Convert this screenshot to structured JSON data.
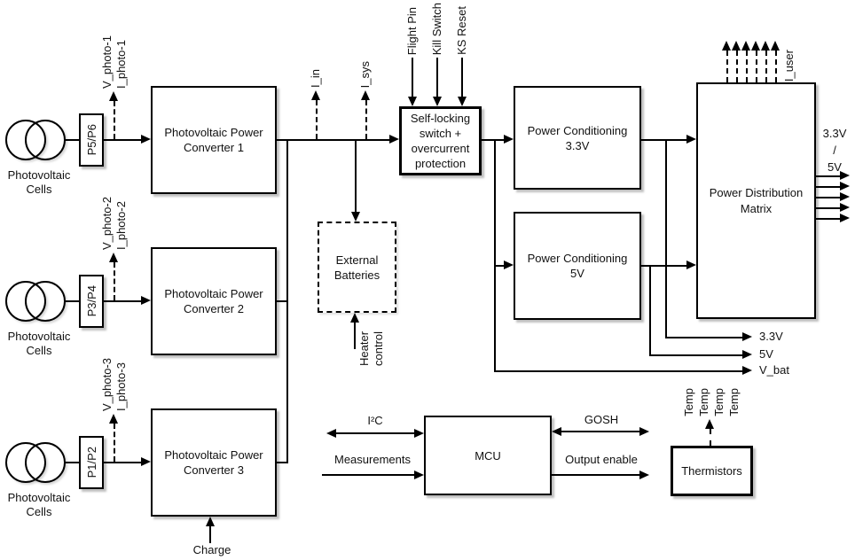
{
  "colors": {
    "line": "#000000",
    "text": "#111111",
    "background": "#ffffff"
  },
  "pv_rows": [
    {
      "cells_line1": "Photovoltaic",
      "cells_line2": "Cells",
      "port": "P5/P6",
      "conv_line1": "Photovoltaic Power",
      "conv_line2": "Converter 1",
      "v_label": "V_photo-1",
      "i_label": "I_photo-1"
    },
    {
      "cells_line1": "Photovoltaic",
      "cells_line2": "Cells",
      "port": "P3/P4",
      "conv_line1": "Photovoltaic Power",
      "conv_line2": "Converter 2",
      "v_label": "V_photo-2",
      "i_label": "I_photo-2"
    },
    {
      "cells_line1": "Photovoltaic",
      "cells_line2": "Cells",
      "port": "P1/P2",
      "conv_line1": "Photovoltaic Power",
      "conv_line2": "Converter 3",
      "v_label": "V_photo-3",
      "i_label": "I_photo-3"
    }
  ],
  "bus_signals": {
    "i_in": "I_in",
    "i_sys": "I_sys"
  },
  "selflock": {
    "line1": "Self-locking",
    "line2": "switch +",
    "line3": "overcurrent",
    "line4": "protection",
    "inputs": {
      "flight_pin": "Flight Pin",
      "kill_switch": "Kill Switch",
      "ks_reset": "KS Reset"
    }
  },
  "batteries": {
    "line1": "External",
    "line2": "Batteries",
    "heater_line1": "Heater",
    "heater_line2": "control"
  },
  "charge_label": "Charge",
  "pc33": {
    "line1": "Power Conditioning",
    "line2": "3.3V"
  },
  "pc5": {
    "line1": "Power Conditioning",
    "line2": "5V"
  },
  "matrix": {
    "line1": "Power Distribution",
    "line2": "Matrix",
    "i_user_label": "I_user",
    "bus_out_line1": "3.3V",
    "bus_out_line2": "/",
    "bus_out_line3": "5V"
  },
  "rails": {
    "v33": "3.3V",
    "v5": "5V",
    "vbat": "V_bat"
  },
  "mcu": {
    "label": "MCU",
    "i2c": "I²C",
    "measurements": "Measurements",
    "gosh": "GOSH",
    "output_enable": "Output enable"
  },
  "thermistors": {
    "label": "Thermistors",
    "temp_label": "Temp"
  }
}
